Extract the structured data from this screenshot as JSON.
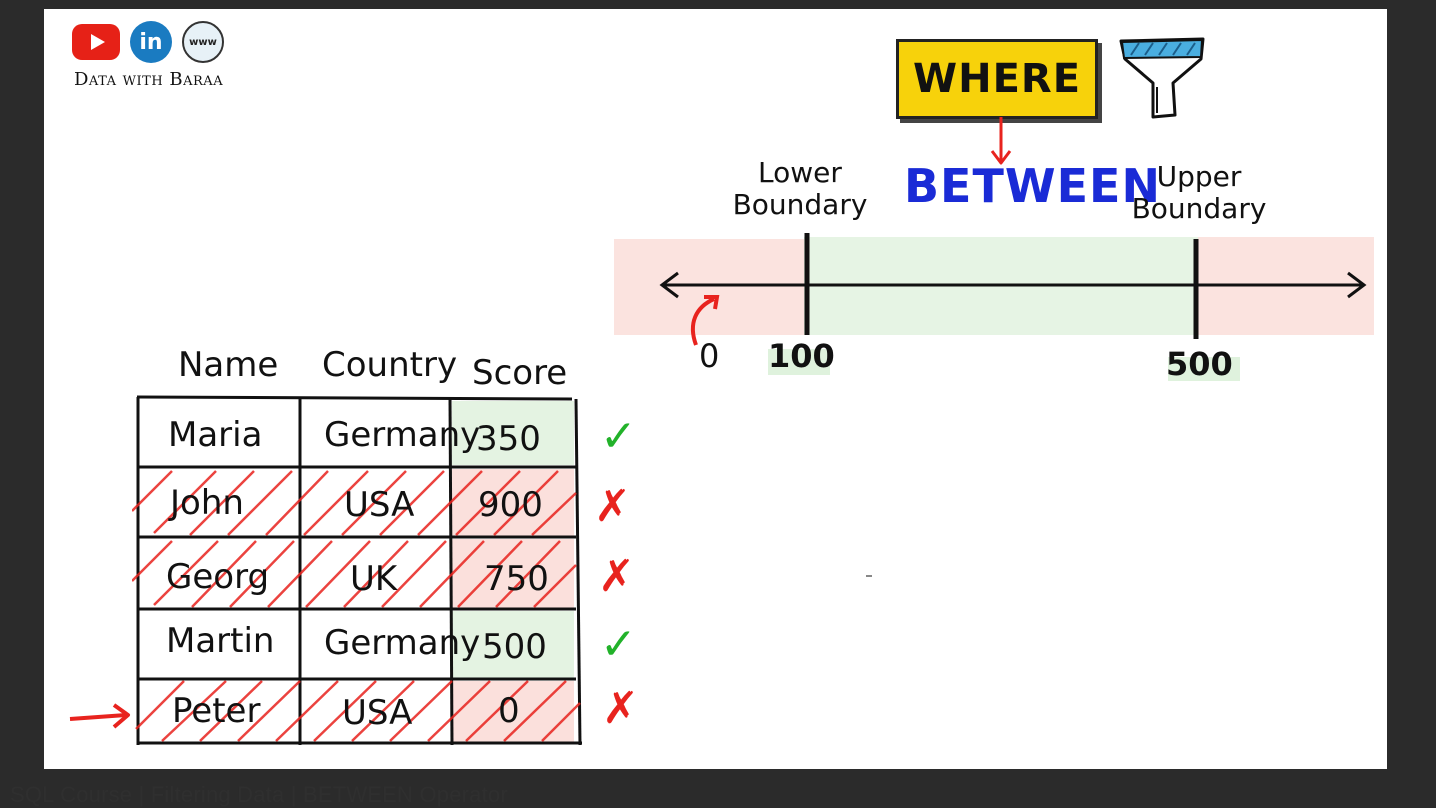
{
  "brand": {
    "icons": [
      "youtube-icon",
      "linkedin-icon",
      "website-icon"
    ],
    "linkedin_text": "in",
    "website_text": "www",
    "name": "Data with Baraa"
  },
  "diagram": {
    "where_label": "WHERE",
    "between_label": "BETWEEN",
    "lower_label_line1": "Lower",
    "lower_label_line2": "Boundary",
    "upper_label_line1": "Upper",
    "upper_label_line2": "Boundary",
    "zero_value": "0",
    "lower_value": "100",
    "upper_value": "500"
  },
  "table": {
    "headers": [
      "Name",
      "Country",
      "Score"
    ],
    "rows": [
      {
        "name": "Maria",
        "country": "Germany",
        "score": "350",
        "status": "pass",
        "mark": "✓"
      },
      {
        "name": "John",
        "country": "USA",
        "score": "900",
        "status": "fail",
        "mark": "✗"
      },
      {
        "name": "Georg",
        "country": "UK",
        "score": "750",
        "status": "fail",
        "mark": "✗"
      },
      {
        "name": "Martin",
        "country": "Germany",
        "score": "500",
        "status": "pass",
        "mark": "✓"
      },
      {
        "name": "Peter",
        "country": "USA",
        "score": "0",
        "status": "fail",
        "mark": "✗"
      }
    ]
  },
  "colors": {
    "pass": "#22b22a",
    "fail": "#e8231e",
    "pass_bg": "#e2f3e1",
    "fail_bg": "#fbdcd8",
    "where_bg": "#f7d20b",
    "between_text": "#1a2bd6"
  },
  "caption": "SQL Course | Filtering Data | BETWEEN Operator"
}
